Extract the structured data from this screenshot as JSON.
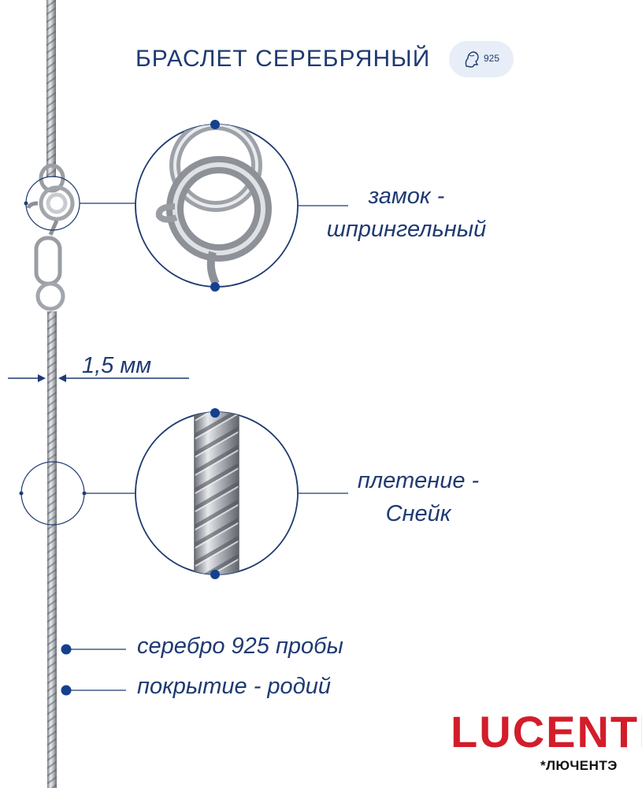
{
  "title": "БРАСЛЕТ СЕРЕБРЯНЫЙ",
  "hallmark": {
    "value": "925",
    "icon": "woman-head-hallmark-icon"
  },
  "clasp": {
    "line1": "замок -",
    "line2": "шпрингельный"
  },
  "weave": {
    "line1": "плетение -",
    "line2": "Снейк"
  },
  "width": {
    "label": "1,5 мм"
  },
  "material": "серебро 925 пробы",
  "coating": "покрытие - родий",
  "brand": {
    "logo": "LUCENTE",
    "transliteration": "*ЛЮЧЕНТЭ",
    "color": "#d31d2a"
  },
  "colors": {
    "accent": "#1f3a72",
    "dot": "#14408f",
    "metal": "#a9adb3"
  }
}
